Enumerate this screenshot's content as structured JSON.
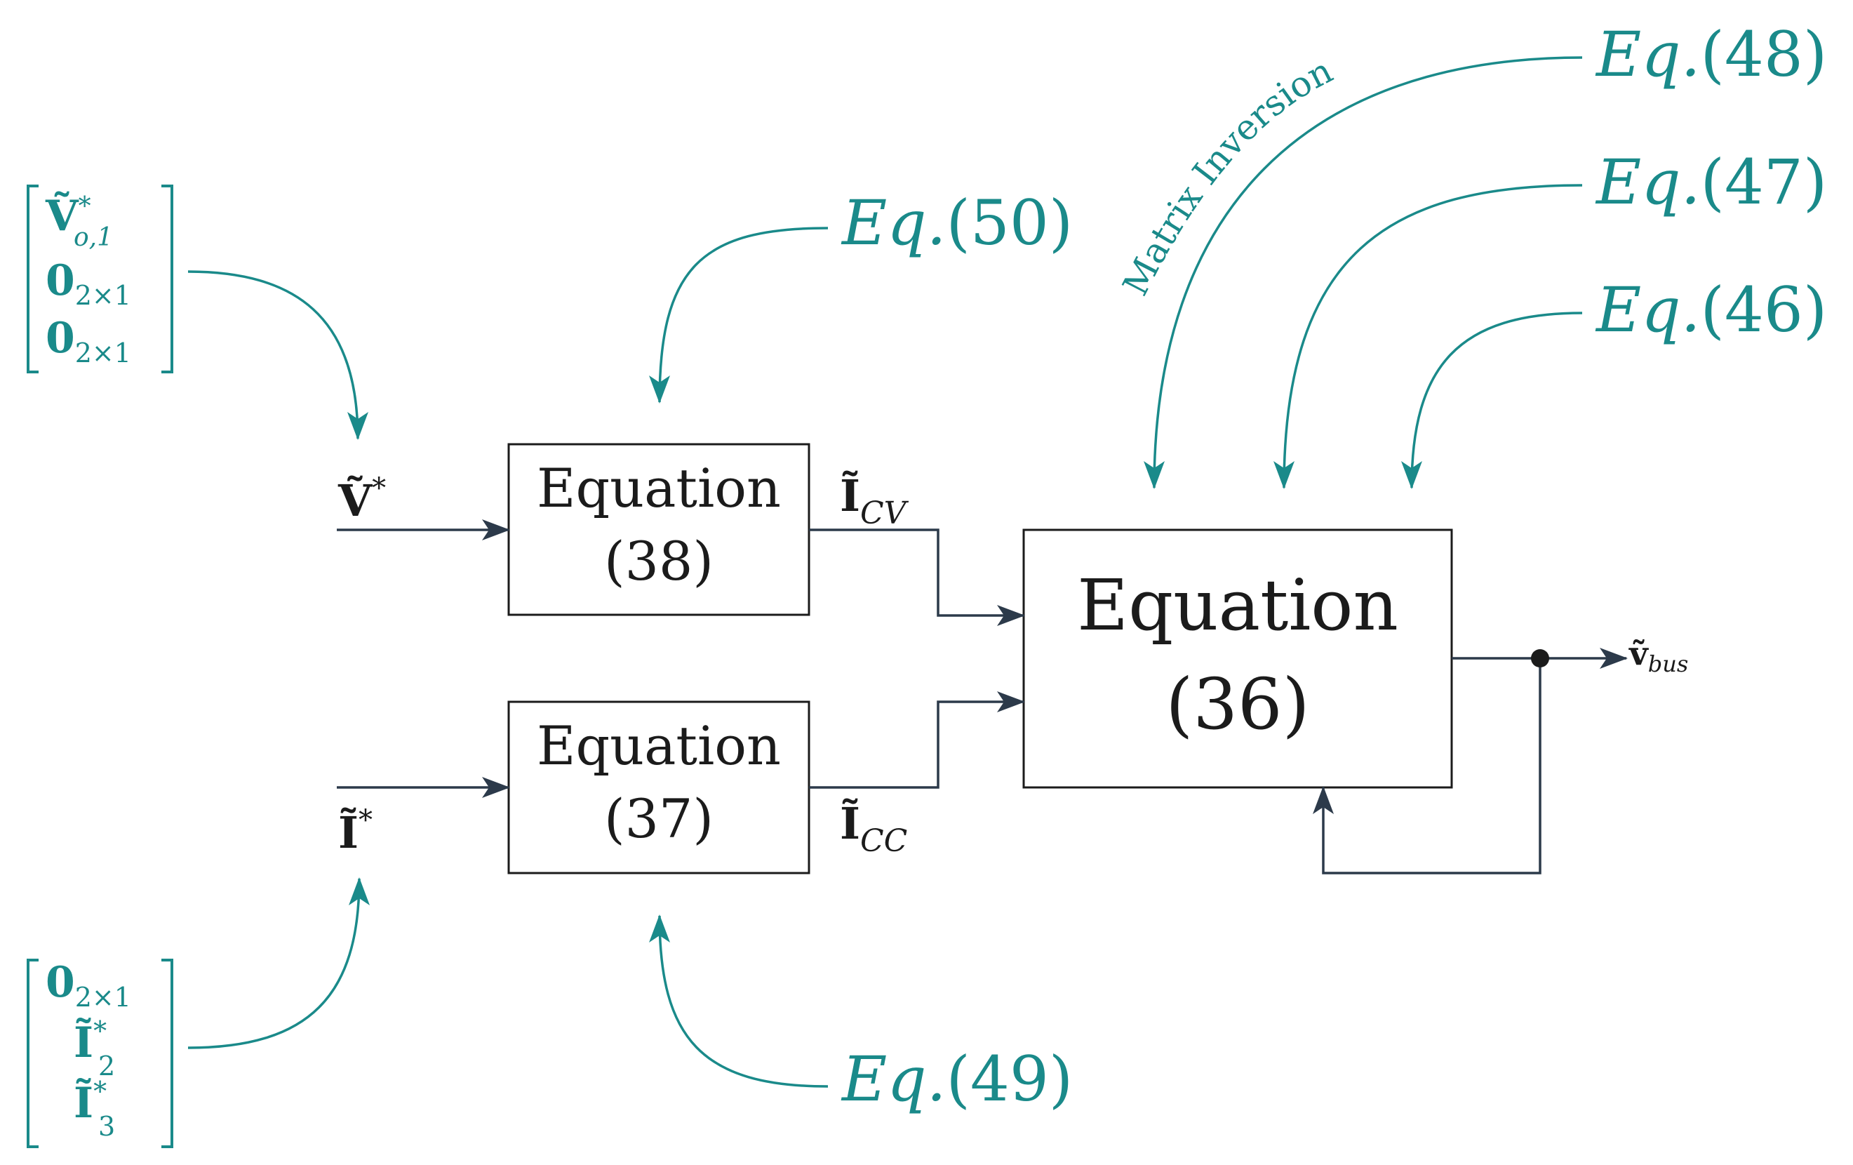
{
  "colors": {
    "teal": "#1a8a8a",
    "dark_line": "#2c3a4a",
    "text": "#1b1b1b",
    "background": "#ffffff"
  },
  "blocks": {
    "eq38": {
      "title": "Equation",
      "number": "(38)"
    },
    "eq37": {
      "title": "Equation",
      "number": "(37)"
    },
    "eq36": {
      "title": "Equation",
      "number": "(36)"
    }
  },
  "signals": {
    "v_star": {
      "base": "Ṽ",
      "sup": "*"
    },
    "i_star": {
      "base": "Ĩ",
      "sup": "*"
    },
    "i_cv": {
      "base": "Ĩ",
      "sub": "CV"
    },
    "i_cc": {
      "base": "Ĩ",
      "sub": "CC"
    },
    "v_bus": {
      "base": "ṽ",
      "sub": "bus"
    }
  },
  "vectors": {
    "top": [
      {
        "base": "Ṽ",
        "sup": "*",
        "sub": "o,1"
      },
      {
        "base": "0",
        "sub": "2×1"
      },
      {
        "base": "0",
        "sub": "2×1"
      }
    ],
    "bottom": [
      {
        "base": "0",
        "sub": "2×1"
      },
      {
        "base": "Ĩ",
        "sup": "*",
        "sub": "2"
      },
      {
        "base": "Ĩ",
        "sup": "*",
        "sub": "3"
      }
    ]
  },
  "references": {
    "eq50": {
      "italic": "Eq.",
      "number": "(50)"
    },
    "eq49": {
      "italic": "Eq.",
      "number": "(49)"
    },
    "eq48": {
      "italic": "Eq.",
      "number": "(48)"
    },
    "eq47": {
      "italic": "Eq.",
      "number": "(47)"
    },
    "eq46": {
      "italic": "Eq.",
      "number": "(46)"
    }
  },
  "annotations": {
    "matrix_inversion": "Matrix Inversion"
  }
}
